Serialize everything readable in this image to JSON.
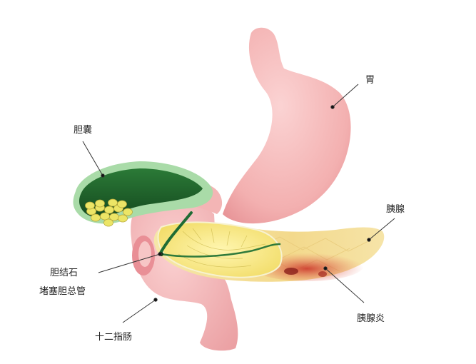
{
  "labels": {
    "stomach": "胃",
    "gallbladder": "胆囊",
    "pancreas": "胰腺",
    "gallstone": "胆结石",
    "bile_duct_blockage": "堵塞胆总管",
    "duodenum": "十二指肠",
    "pancreatitis": "胰腺炎"
  },
  "colors": {
    "stomach": "#f2a9a9",
    "duodenum": "#f0a5a5",
    "gallbladder_wall": "#9fd3a0",
    "gallbladder_bile": "#1f5f2a",
    "gallstones": "#e8e060",
    "pancreas": "#f2d98a",
    "inflammation": "#d9463a",
    "bile_duct": "#1e6b34",
    "leader_line": "#333333"
  }
}
